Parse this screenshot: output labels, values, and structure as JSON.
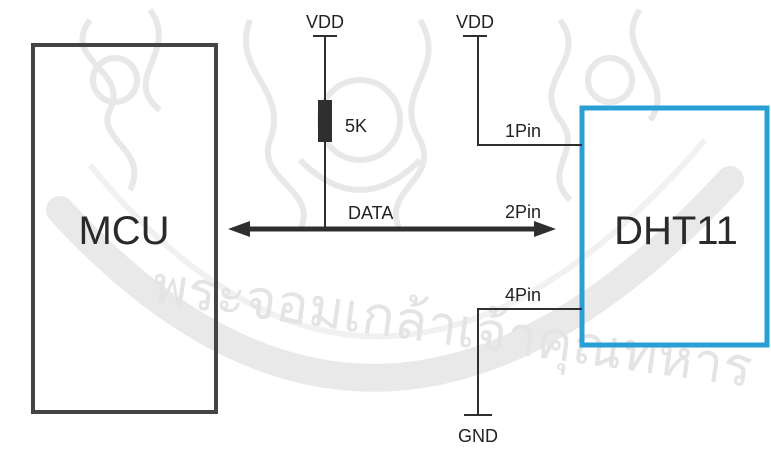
{
  "diagram": {
    "mcu_label": "MCU",
    "sensor_label": "DHT11",
    "vdd_left": "VDD",
    "vdd_right": "VDD",
    "resistor_label": "5K",
    "data_label": "DATA",
    "pin1_label": "1Pin",
    "pin2_label": "2Pin",
    "pin4_label": "4Pin",
    "gnd_label": "GND"
  },
  "watermark": {
    "text": "พระจอมเกล้าเจ้าคุณทหาร"
  },
  "colors": {
    "box_border": "#444444",
    "sensor_border": "#2a9fd6",
    "wire": "#2f2f2f",
    "text": "#222222",
    "watermark": "#cfcfcf"
  }
}
